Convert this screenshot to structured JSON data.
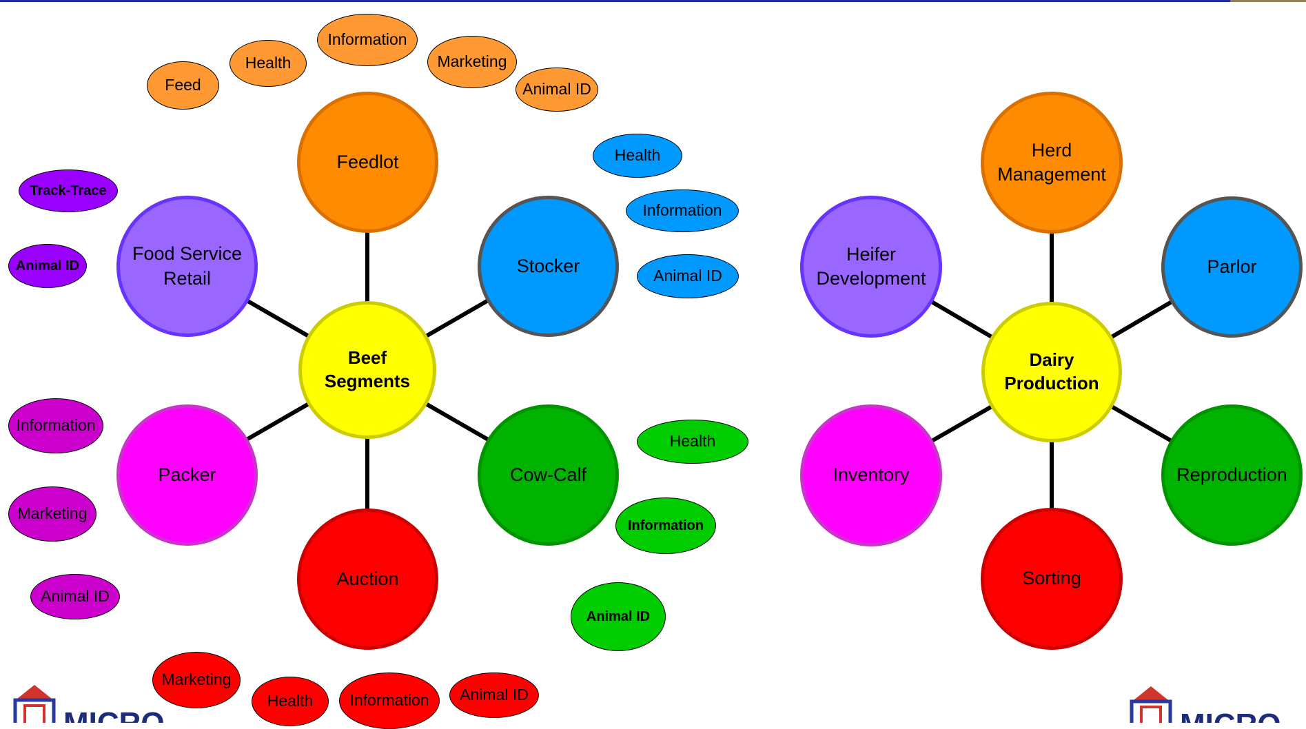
{
  "colors": {
    "hub": "#ffff00",
    "orange": "#ff8c00",
    "blue": "#0099ff",
    "green": "#00b300",
    "red": "#ff0000",
    "magenta": "#ff00ff",
    "lavender": "#9966ff",
    "purple": "#9900ff",
    "tag_orange": "#ff9933",
    "tag_blue": "#0099ff",
    "tag_green": "#00cc00",
    "tag_red": "#ff0000",
    "tag_magenta": "#cc00cc"
  },
  "beef": {
    "hub": "Beef Segments",
    "feedlot": "Feedlot",
    "stocker": "Stocker",
    "cowcalf": "Cow-Calf",
    "auction": "Auction",
    "packer": "Packer",
    "foodservice": "Food Service Retail",
    "feedlot_tags": [
      "Feed",
      "Health",
      "Information",
      "Marketing",
      "Animal ID"
    ],
    "stocker_tags": [
      "Health",
      "Information",
      "Animal ID"
    ],
    "cowcalf_tags": [
      "Health",
      "Information",
      "Animal ID"
    ],
    "auction_tags": [
      "Marketing",
      "Health",
      "Information",
      "Animal ID"
    ],
    "packer_tags": [
      "Information",
      "Marketing",
      "Animal ID"
    ],
    "foodservice_tags": [
      "Track-Trace",
      "Animal ID"
    ]
  },
  "dairy": {
    "hub": "Dairy Production",
    "herd": "Herd Management",
    "parlor": "Parlor",
    "reproduction": "Reproduction",
    "sorting": "Sorting",
    "inventory": "Inventory",
    "heifer": "Heifer Development"
  },
  "logo": {
    "text": "MICRO"
  }
}
